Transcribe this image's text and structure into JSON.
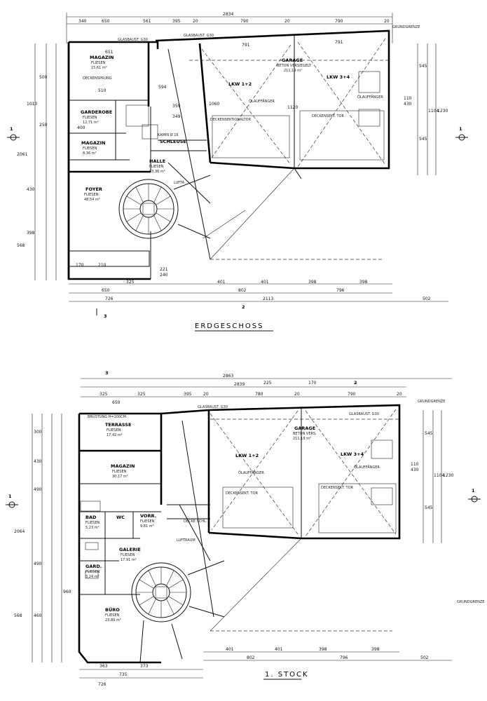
{
  "titles": {
    "ground": "ERDGESCHOSS",
    "first": "1. STOCK"
  },
  "ground": {
    "dims_top_total": "2834",
    "dims_top": [
      "340",
      "650",
      "561",
      "395",
      "20",
      "790",
      "20",
      "790",
      "20"
    ],
    "dims_bottom": [
      "325",
      "650",
      "401",
      "802",
      "401",
      "398",
      "796",
      "398"
    ],
    "dims_bottom2": [
      "726",
      "2113",
      "502"
    ],
    "dims_left": [
      "568",
      "398",
      "430",
      "2061",
      "250",
      "1010",
      "500"
    ],
    "dims_right": [
      "545",
      "1104",
      "1230",
      "545",
      "110",
      "430"
    ],
    "rooms": [
      {
        "name": "MAGAZIN",
        "floor": "FLIESEN",
        "area": "15,61 m²"
      },
      {
        "name": "GARDEROBE",
        "floor": "FLIESEN",
        "area": "12,71 m²"
      },
      {
        "name": "MAGAZIN",
        "floor": "FLIESEN",
        "area": "8,36 m²"
      },
      {
        "name": "FOYER",
        "floor": "FLIESEN",
        "area": "48,54 m²"
      },
      {
        "name": "HALLE",
        "floor": "FLIESEN",
        "area": "33,36 m²"
      },
      {
        "name": "SCHLEUSE",
        "floor": "",
        "area": ""
      },
      {
        "name": "GARAGE",
        "floor": "BETON VERSIEGELT",
        "area": "211,19 m²"
      }
    ],
    "labels": {
      "lkw12": "LKW 1+2",
      "lkw34": "LKW 3+4",
      "deckensprung": "DECKENSPRUNG",
      "deckensektionaltor": "DECKENSEKTIONALTOR",
      "deckensekt_tor": "DECKENSEKT. TOR",
      "olauffaenger": "ÖLAUFFÄNGER",
      "glasbaust": "GLASBAUST. G30",
      "kamin": "KAMIN Ø 16",
      "lufta": "LUFTA",
      "grundgrenze": "GRUNDGRENZE",
      "section_1": "1",
      "section_2": "2",
      "section_3": "3"
    },
    "interior_dims": [
      "651",
      "510",
      "400",
      "349",
      "359",
      "594",
      "1060",
      "1120",
      "791",
      "791",
      "170",
      "210",
      "221",
      "240"
    ]
  },
  "first": {
    "dims_top_total": "2863",
    "dims_top2": [
      "2839",
      "225",
      "170"
    ],
    "dims_top": [
      "325",
      "650",
      "325",
      "395",
      "20",
      "780",
      "20",
      "790",
      "20"
    ],
    "dims_bottom": [
      "401",
      "802",
      "401",
      "398",
      "796",
      "398"
    ],
    "dims_bottom2": [
      "363",
      "735",
      "373",
      "726",
      "502"
    ],
    "dims_left": [
      "568",
      "460",
      "960",
      "490",
      "2064",
      "490",
      "430",
      "300"
    ],
    "dims_right": [
      "545",
      "1104",
      "1230",
      "545",
      "110",
      "430"
    ],
    "rooms": [
      {
        "name": "TERRASSE",
        "floor": "FLIESEN",
        "area": "17,42 m²"
      },
      {
        "name": "MAGAZIN",
        "floor": "FLIESEN",
        "area": "30,17 m²"
      },
      {
        "name": "BAD",
        "floor": "FLIESEN",
        "area": "5,23 m²"
      },
      {
        "name": "WC",
        "floor": "",
        "area": ""
      },
      {
        "name": "VORR.",
        "floor": "FLIESEN",
        "area": "9,81 m²"
      },
      {
        "name": "GALERIE",
        "floor": "FLIESEN",
        "area": "17,91 m²"
      },
      {
        "name": "GARD.",
        "floor": "FLIESEN",
        "area": "3,24 m²"
      },
      {
        "name": "BÜRO",
        "floor": "FLIESEN",
        "area": "23,89 m²"
      },
      {
        "name": "GARAGE",
        "floor": "BETON VERS.",
        "area": "211,19 m²"
      }
    ],
    "labels": {
      "lkw12": "LKW 1+2",
      "lkw34": "LKW 3+4",
      "deckensekt_tor": "DECKENSEKT. TOR",
      "olauffaenger": "ÖLAUFFÄNGER",
      "glasbaust": "GLASBAUST. G30",
      "brustung": "BRÜSTUNG H=100CM",
      "luftraum": "LUFTRAUM",
      "deckeschl": "DECKE SCHL.",
      "grundgrenze": "GRUNDGRENZE"
    }
  }
}
